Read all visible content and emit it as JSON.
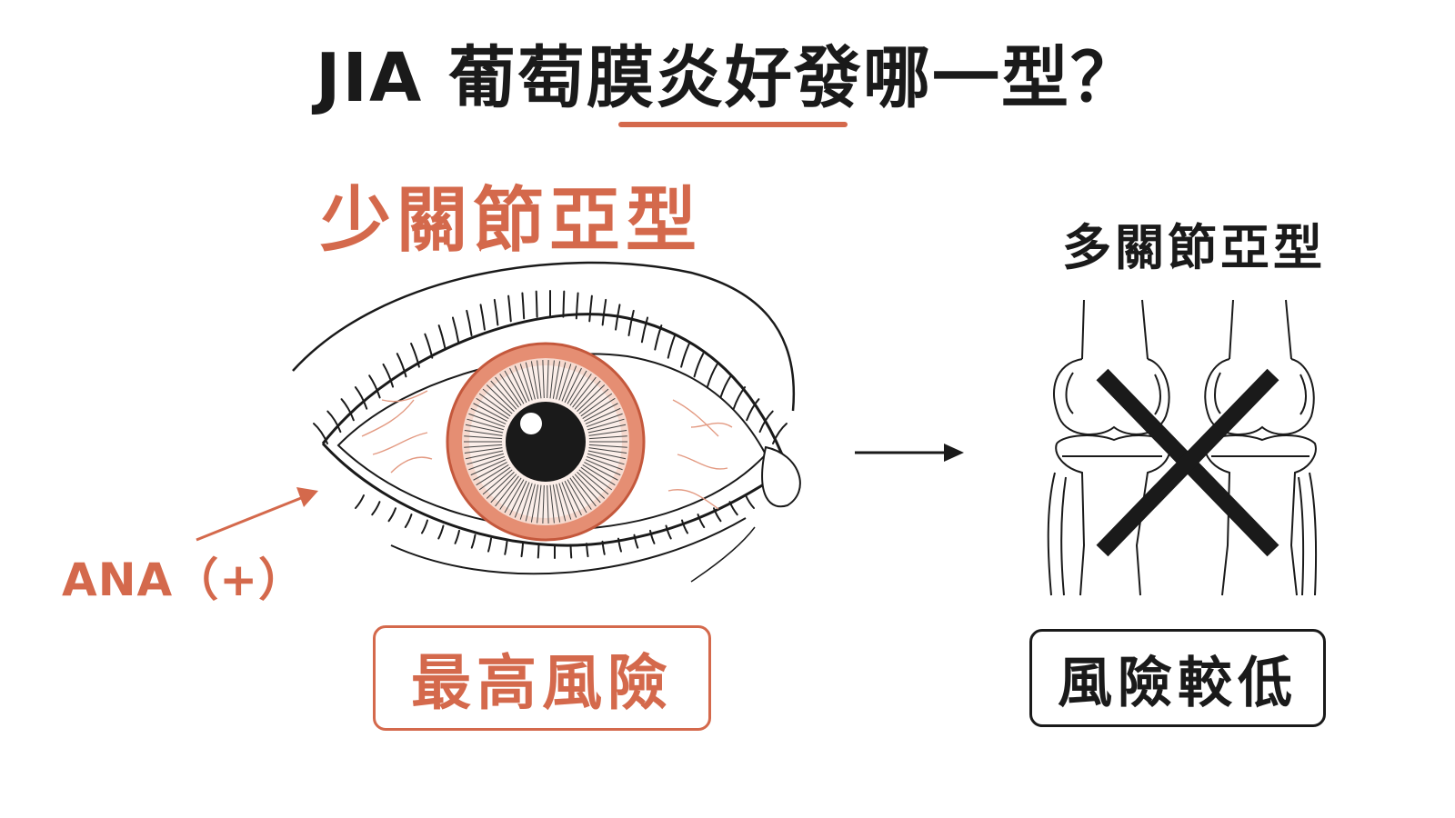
{
  "title": "JIA 葡萄膜炎好發哪一型？",
  "left": {
    "subtype": "少關節亞型",
    "marker": "ANA（+）",
    "risk": "最高風險"
  },
  "right": {
    "subtype": "多關節亞型",
    "risk": "風險較低"
  },
  "colors": {
    "accent": "#d4694c",
    "dark": "#1a1a1a",
    "iris_inner": "#f6d9ce",
    "vessel": "#e39a82"
  },
  "icons": [
    "eye-icon",
    "arrow-right-icon",
    "knee-joints-icon",
    "cross-mark-icon"
  ]
}
